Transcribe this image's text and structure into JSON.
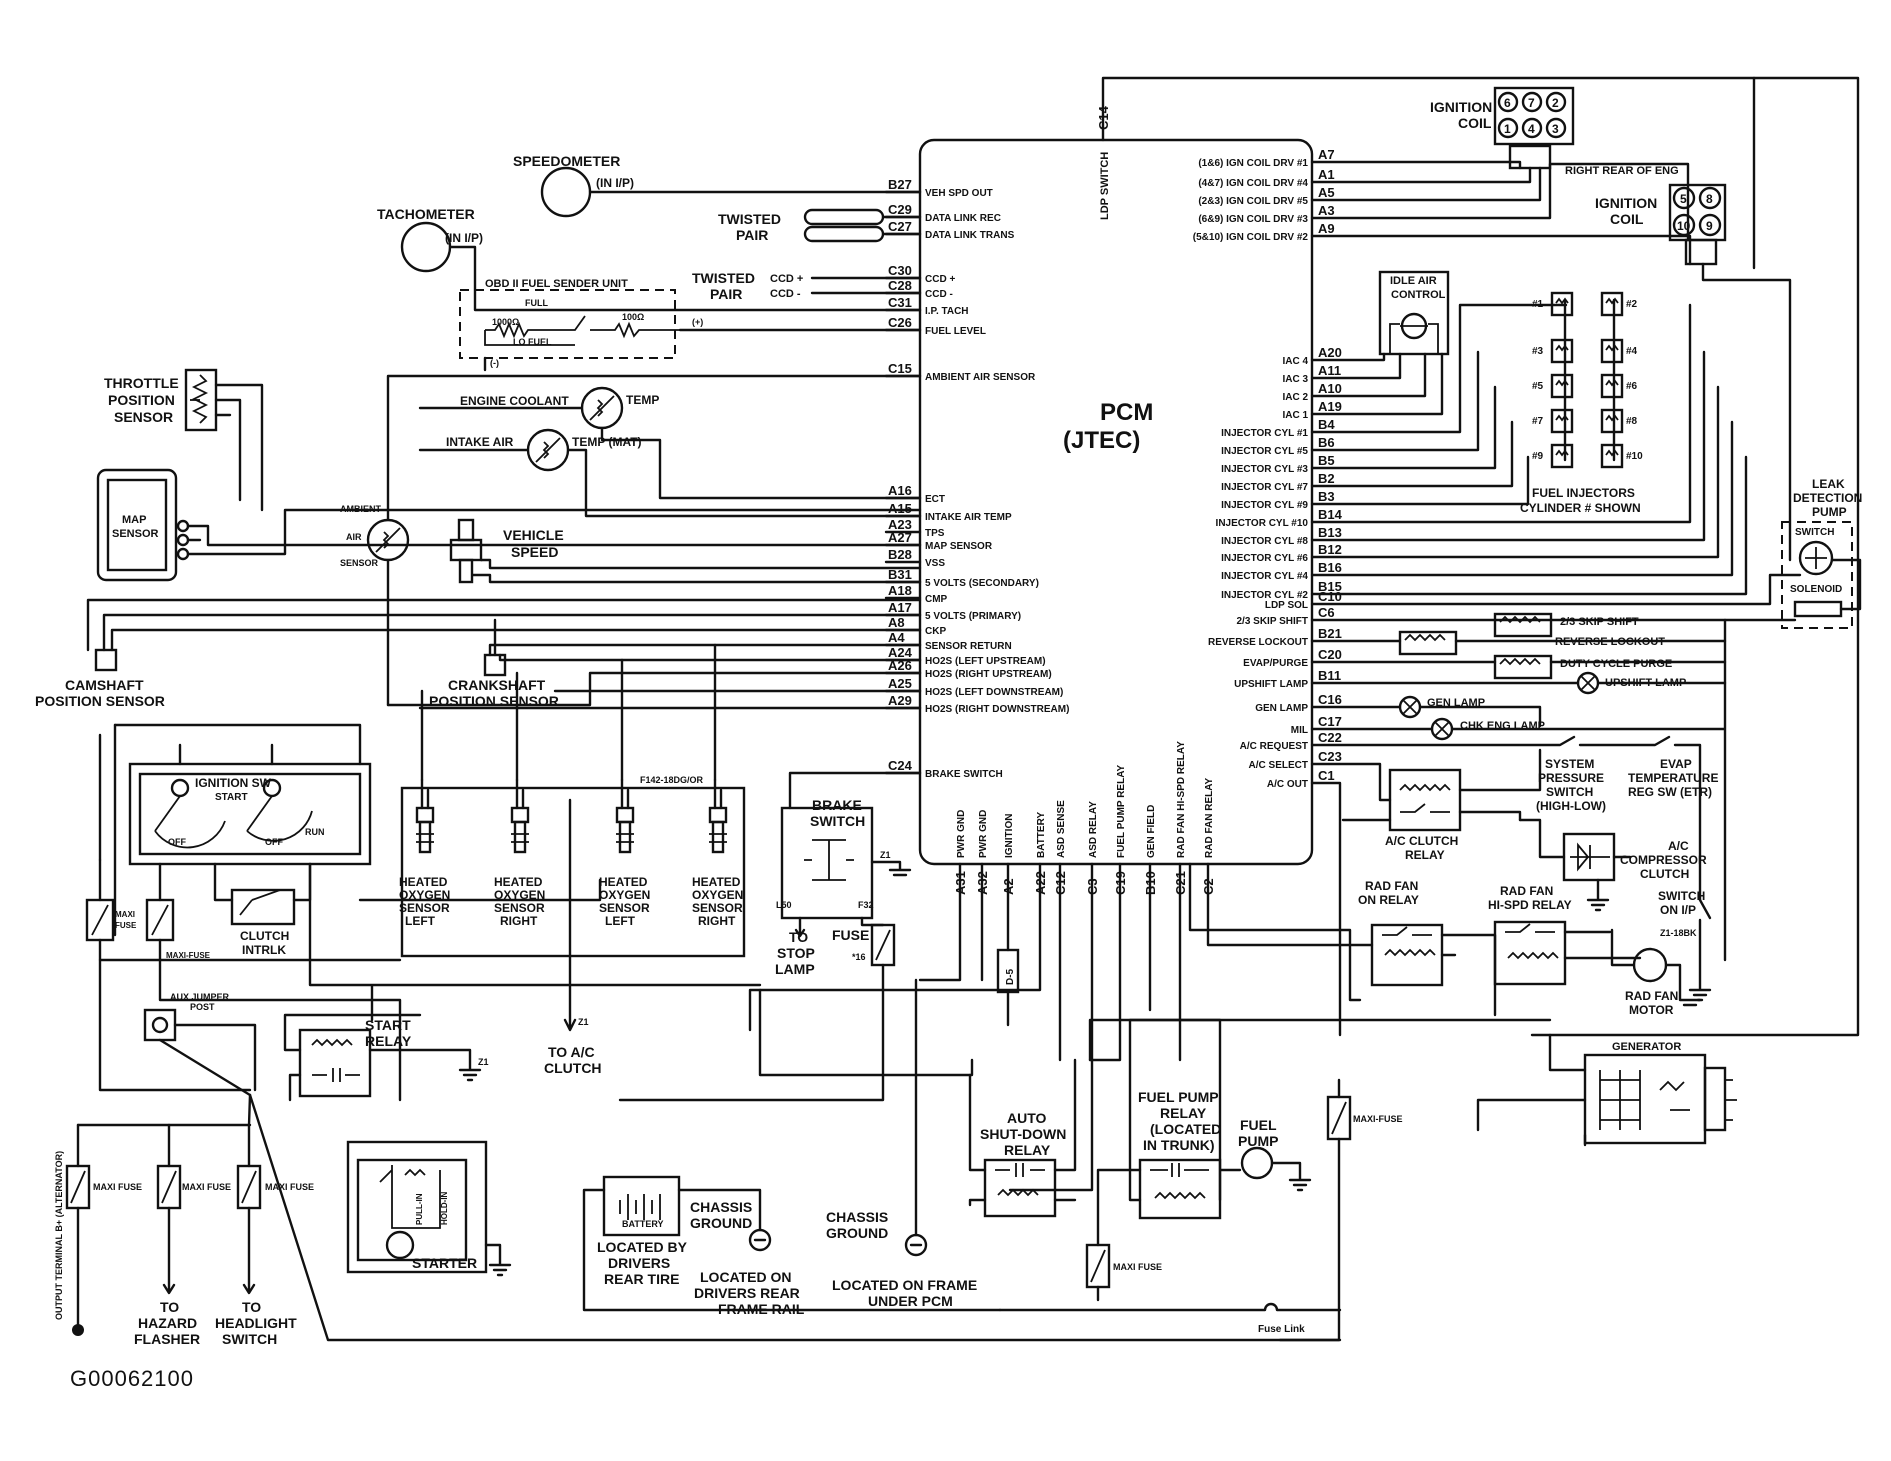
{
  "pcm": {
    "title": "PCM",
    "subtitle": "(JTEC)",
    "ldp_switch": "LDP SWITCH",
    "c14": "C14",
    "left_pins": [
      {
        "pin": "B27",
        "label": "VEH SPD OUT"
      },
      {
        "pin": "C29",
        "label": "DATA LINK REC"
      },
      {
        "pin": "C27",
        "label": "DATA LINK TRANS"
      },
      {
        "pin": "C30",
        "label": "CCD +"
      },
      {
        "pin": "C28",
        "label": "CCD -"
      },
      {
        "pin": "C31",
        "label": "I.P. TACH"
      },
      {
        "pin": "C26",
        "label": "FUEL LEVEL"
      },
      {
        "pin": "C15",
        "label": "AMBIENT AIR SENSOR"
      },
      {
        "pin": "A16",
        "label": "ECT"
      },
      {
        "pin": "A15",
        "label": "INTAKE AIR TEMP"
      },
      {
        "pin": "A23",
        "label": "TPS"
      },
      {
        "pin": "A27",
        "label": "MAP SENSOR"
      },
      {
        "pin": "B28",
        "label": "VSS"
      },
      {
        "pin": "B31",
        "label": "5 VOLTS (SECONDARY)"
      },
      {
        "pin": "A18",
        "label": "CMP"
      },
      {
        "pin": "A17",
        "label": "5 VOLTS (PRIMARY)"
      },
      {
        "pin": "A8",
        "label": "CKP"
      },
      {
        "pin": "A4",
        "label": "SENSOR RETURN"
      },
      {
        "pin": "A24",
        "label": "HO2S (LEFT UPSTREAM)"
      },
      {
        "pin": "A26",
        "label": "HO2S (RIGHT UPSTREAM)"
      },
      {
        "pin": "A25",
        "label": "HO2S (LEFT DOWNSTREAM)"
      },
      {
        "pin": "A29",
        "label": "HO2S (RIGHT DOWNSTREAM)"
      },
      {
        "pin": "C24",
        "label": "BRAKE SWITCH"
      }
    ],
    "right_pins": [
      {
        "pin": "A7",
        "label": "(1&6) IGN COIL DRV #1"
      },
      {
        "pin": "A1",
        "label": "(4&7) IGN COIL DRV #4"
      },
      {
        "pin": "A5",
        "label": "(2&3) IGN COIL DRV #5"
      },
      {
        "pin": "A3",
        "label": "(6&9) IGN COIL DRV #3"
      },
      {
        "pin": "A9",
        "label": "(5&10) IGN COIL DRV #2"
      },
      {
        "pin": "A20",
        "label": "IAC 4"
      },
      {
        "pin": "A11",
        "label": "IAC 3"
      },
      {
        "pin": "A10",
        "label": "IAC 2"
      },
      {
        "pin": "A19",
        "label": "IAC 1"
      },
      {
        "pin": "B4",
        "label": "INJECTOR CYL #1"
      },
      {
        "pin": "B6",
        "label": "INJECTOR CYL #5"
      },
      {
        "pin": "B5",
        "label": "INJECTOR CYL #3"
      },
      {
        "pin": "B2",
        "label": "INJECTOR CYL #7"
      },
      {
        "pin": "B3",
        "label": "INJECTOR CYL #9"
      },
      {
        "pin": "B14",
        "label": "INJECTOR CYL #10"
      },
      {
        "pin": "B13",
        "label": "INJECTOR CYL #8"
      },
      {
        "pin": "B12",
        "label": "INJECTOR CYL #6"
      },
      {
        "pin": "B16",
        "label": "INJECTOR CYL #4"
      },
      {
        "pin": "B15",
        "label": "INJECTOR CYL #2"
      },
      {
        "pin": "C10",
        "label": "LDP SOL"
      },
      {
        "pin": "C6",
        "label": "2/3 SKIP SHIFT"
      },
      {
        "pin": "B21",
        "label": "REVERSE LOCKOUT"
      },
      {
        "pin": "C20",
        "label": "EVAP/PURGE"
      },
      {
        "pin": "B11",
        "label": "UPSHIFT LAMP"
      },
      {
        "pin": "C16",
        "label": "GEN LAMP"
      },
      {
        "pin": "C17",
        "label": "MIL"
      },
      {
        "pin": "C22",
        "label": "A/C REQUEST"
      },
      {
        "pin": "C23",
        "label": "A/C SELECT"
      },
      {
        "pin": "C1",
        "label": "A/C OUT"
      }
    ],
    "bottom_pins": [
      {
        "pin": "A31",
        "label": "PWR GND"
      },
      {
        "pin": "A32",
        "label": "PWR GND"
      },
      {
        "pin": "A2",
        "label": "IGNITION"
      },
      {
        "pin": "A22",
        "label": "BATTERY"
      },
      {
        "pin": "C12",
        "label": "ASD SENSE"
      },
      {
        "pin": "C3",
        "label": "ASD RELAY"
      },
      {
        "pin": "C19",
        "label": "FUEL PUMP RELAY"
      },
      {
        "pin": "B10",
        "label": "GEN FIELD"
      },
      {
        "pin": "C21",
        "label": "RAD FAN HI-SPD RELAY"
      },
      {
        "pin": "C2",
        "label": "RAD FAN RELAY"
      }
    ]
  },
  "labels": {
    "speedometer": "SPEEDOMETER",
    "speedo_in_ip": "(IN I/P)",
    "tachometer": "TACHOMETER",
    "tacho_in_ip": "(IN I/P)",
    "twisted_pair_1a": "TWISTED",
    "twisted_pair_1b": "PAIR",
    "twisted_pair_2a": "TWISTED",
    "twisted_pair_2b": "PAIR",
    "ccd_plus": "CCD +",
    "ccd_minus": "CCD -",
    "fuel_sender": "OBD II FUEL SENDER UNIT",
    "full": "FULL",
    "lo_fuel": "LO FUEL",
    "r1000": "1000Ω",
    "r100": "100Ω",
    "plus": "(+)",
    "minus": "(-)",
    "throttle_1": "THROTTLE",
    "throttle_2": "POSITION",
    "throttle_3": "SENSOR",
    "map_1": "MAP",
    "map_2": "SENSOR",
    "engine_coolant": "ENGINE COOLANT",
    "temp": "TEMP",
    "intake_air": "INTAKE AIR",
    "temp_mat": "TEMP (MAT)",
    "ambient": "AMBIENT",
    "air": "AIR",
    "sensor": "SENSOR",
    "vehicle": "VEHICLE",
    "speed": "SPEED",
    "camshaft_1": "CAMSHAFT",
    "camshaft_2": "POSITION SENSOR",
    "crankshaft_1": "CRANKSHAFT",
    "crankshaft_2": "POSITION SENSOR",
    "ignition_coil_1": "IGNITION",
    "ignition_coil_2": "COIL",
    "right_rear": "RIGHT REAR OF ENG",
    "ignition_coil_r1": "IGNITION",
    "ignition_coil_r2": "COIL",
    "idle_air_1": "IDLE AIR",
    "idle_air_2": "CONTROL",
    "fuel_inj_1": "FUEL INJECTORS",
    "fuel_inj_2": "CYLINDER # SHOWN",
    "leak_1": "LEAK",
    "leak_2": "DETECTION",
    "leak_3": "PUMP",
    "switch": "SWITCH",
    "solenoid": "SOLENOID",
    "skip_shift": "2/3 SKIP SHIFT",
    "reverse_lockout": "REVERSE LOCKOUT",
    "duty_cycle": "DUTY CYCLE PURGE",
    "upshift_lamp": "UPSHIFT LAMP",
    "gen_lamp": "GEN LAMP",
    "chk_eng": "CHK ENG LAMP",
    "sys_press_1": "SYSTEM",
    "sys_press_2": "PRESSURE",
    "sys_press_3": "SWITCH",
    "sys_press_4": "(HIGH-LOW)",
    "evap_1": "EVAP",
    "evap_2": "TEMPERATURE",
    "evap_3": "REG SW (ETR)",
    "ac_clutch_relay_1": "A/C CLUTCH",
    "ac_clutch_relay_2": "RELAY",
    "ac_comp_1": "A/C",
    "ac_comp_2": "COMPRESSOR",
    "ac_comp_3": "CLUTCH",
    "switch_on_ip_1": "SWITCH",
    "switch_on_ip_2": "ON I/P",
    "rad_fan_on_1": "RAD FAN",
    "rad_fan_on_2": "ON RELAY",
    "rad_fan_hi_1": "RAD FAN",
    "rad_fan_hi_2": "HI-SPD RELAY",
    "rad_fan_motor_1": "RAD FAN",
    "rad_fan_motor_2": "MOTOR",
    "generator": "GENERATOR",
    "maxi_fuse": "MAXI-FUSE",
    "maxi_fuse_2": "MAXI FUSE",
    "maxi": "MAXI",
    "fuse_word": "FUSE",
    "ignition_sw": "IGNITION SW",
    "start": "START",
    "off": "OFF",
    "run": "RUN",
    "clutch_1": "CLUTCH",
    "clutch_2": "INTRLK",
    "aux_jumper_1": "AUX JUMPER",
    "aux_jumper_2": "POST",
    "start_relay_1": "START",
    "start_relay_2": "RELAY",
    "to_ac_1": "TO A/C",
    "to_ac_2": "CLUTCH",
    "heated_1": "HEATED",
    "heated_2": "OXYGEN",
    "heated_3": "SENSOR",
    "left": "LEFT",
    "right": "RIGHT",
    "brake_1": "BRAKE",
    "brake_2": "SWITCH",
    "to_stop_1": "TO",
    "to_stop_2": "STOP",
    "to_stop_3": "LAMP",
    "fuse": "FUSE",
    "auto_sd_1": "AUTO",
    "auto_sd_2": "SHUT-DOWN",
    "auto_sd_3": "RELAY",
    "fuel_pump_relay_1": "FUEL PUMP",
    "fuel_pump_relay_2": "RELAY",
    "fuel_pump_relay_3": "(LOCATED",
    "fuel_pump_relay_4": "IN TRUNK)",
    "fuel_pump_1": "FUEL",
    "fuel_pump_2": "PUMP",
    "starter": "STARTER",
    "pull_in": "PULL-IN",
    "hold_in": "HOLD-IN",
    "battery": "BATTERY",
    "loc_drivers_1": "LOCATED BY",
    "loc_drivers_2": "DRIVERS",
    "loc_drivers_3": "REAR TIRE",
    "chassis_ground_1": "CHASSIS",
    "chassis_ground_2": "GROUND",
    "loc_frame_rail_1": "LOCATED ON",
    "loc_frame_rail_2": "DRIVERS REAR",
    "loc_frame_rail_3": "FRAME RAIL",
    "loc_pcm_1": "LOCATED ON FRAME",
    "loc_pcm_2": "UNDER PCM",
    "to_hazard_1": "TO",
    "to_hazard_2": "HAZARD",
    "to_hazard_3": "FLASHER",
    "to_headlight_1": "TO",
    "to_headlight_2": "HEADLIGHT",
    "to_headlight_3": "SWITCH",
    "output_terminal": "OUTPUT TERMINAL B+ (ALTERNATOR)",
    "fuse_link": "Fuse Link",
    "wire_code": "F142-18DG/OR",
    "d5": "D-5",
    "z1": "Z1",
    "f32": "F32",
    "l50": "L50",
    "z1_18bk": "Z1-18BK",
    "n16": "*16"
  },
  "reference": "G00062100"
}
